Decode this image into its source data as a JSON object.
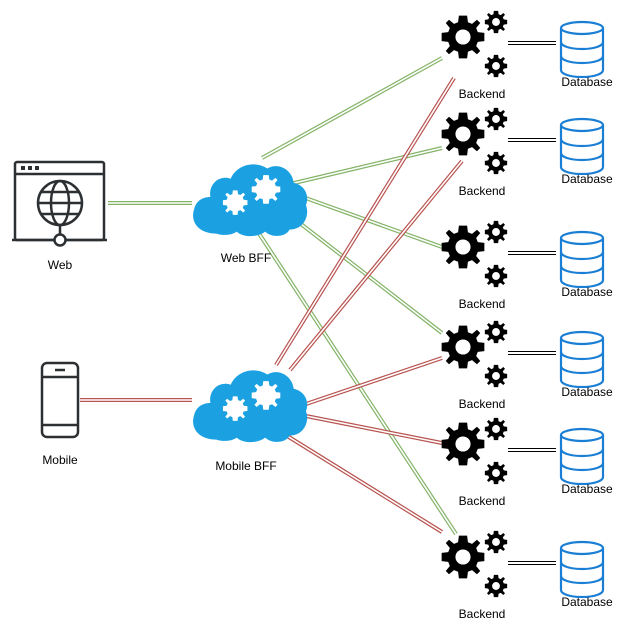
{
  "clients": {
    "web": {
      "label": "Web"
    },
    "mobile": {
      "label": "Mobile"
    }
  },
  "bffs": {
    "web": {
      "label": "Web BFF"
    },
    "mobile": {
      "label": "Mobile BFF"
    }
  },
  "backends": [
    {
      "label": "Backend"
    },
    {
      "label": "Backend"
    },
    {
      "label": "Backend"
    },
    {
      "label": "Backend"
    },
    {
      "label": "Backend"
    },
    {
      "label": "Backend"
    }
  ],
  "databases": [
    {
      "label": "Database"
    },
    {
      "label": "Database"
    },
    {
      "label": "Database"
    },
    {
      "label": "Database"
    },
    {
      "label": "Database"
    },
    {
      "label": "Database"
    }
  ],
  "colors": {
    "web_link": "#82b366",
    "mobile_link": "#b85450",
    "cloud": "#1ba1e2",
    "database": "#1a7fd4",
    "icon": "#2d3033"
  }
}
